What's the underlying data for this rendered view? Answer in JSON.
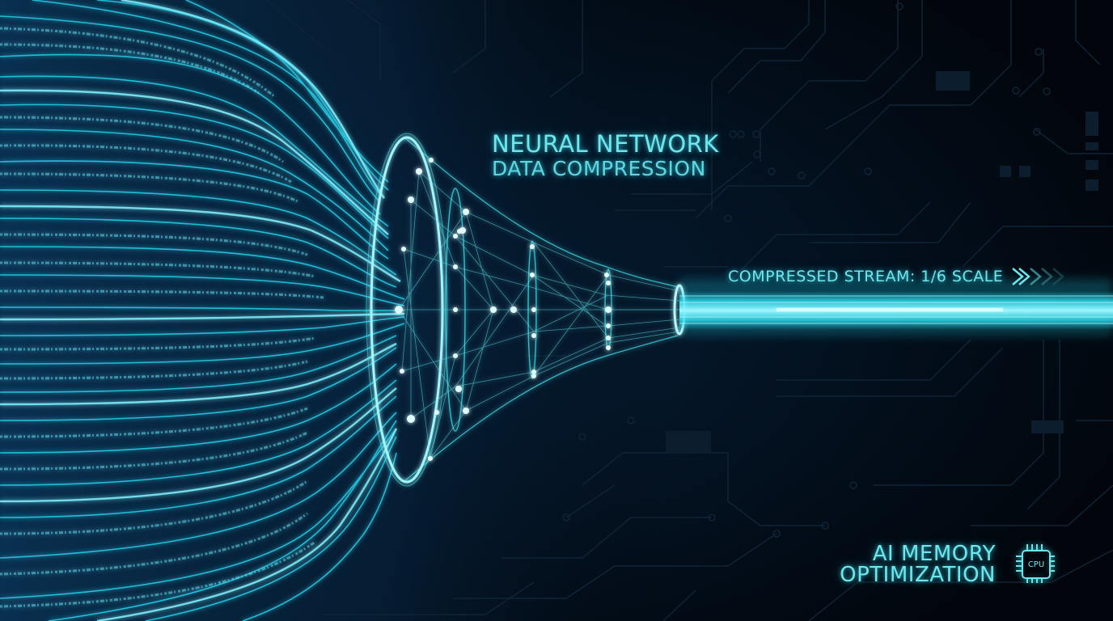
{
  "title": {
    "line1": "NEURAL NETWORK",
    "line2": "DATA COMPRESSION"
  },
  "stream": {
    "label": "COMPRESSED STREAM: 1/6 SCALE",
    "arrow_icon": "chevrons-right-icon",
    "chevron_count": 4
  },
  "memory": {
    "line1": "AI MEMORY",
    "line2": "OPTIMIZATION",
    "chip_icon": "cpu-icon",
    "chip_label": "CPU"
  },
  "colors": {
    "background": "#02060c",
    "accent": "#3fe0ea",
    "text": "#6fe6ec",
    "circuit": "#0f2436"
  }
}
